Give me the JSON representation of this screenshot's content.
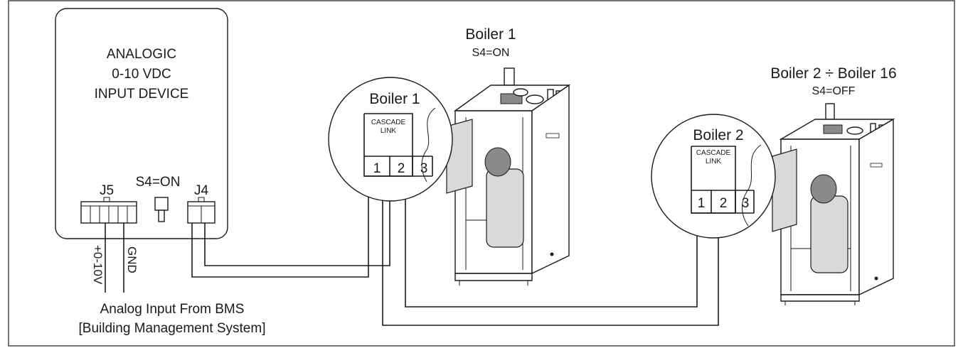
{
  "device": {
    "title_lines": [
      "ANALOGIC",
      "0-10 VDC",
      "INPUT DEVICE"
    ],
    "j5_label": "J5",
    "j4_label": "J4",
    "switch_label": "S4=ON",
    "signal_label": "+0-10V",
    "gnd_label": "GND"
  },
  "bms": {
    "line1": "Analog Input From BMS",
    "line2": "[Building Management System]"
  },
  "boiler1": {
    "title": "Boiler 1",
    "setting": "S4=ON",
    "zoom_title": "Boiler 1",
    "link_lines": [
      "CASCADE",
      "LINK"
    ],
    "terminals": [
      "1",
      "2",
      "3"
    ]
  },
  "boiler2": {
    "title": "Boiler 2 ÷ Boiler 16",
    "setting": "S4=OFF",
    "zoom_title": "Boiler 2",
    "link_lines": [
      "CASCADE",
      "LINK"
    ],
    "terminals": [
      "1",
      "2",
      "3"
    ]
  }
}
